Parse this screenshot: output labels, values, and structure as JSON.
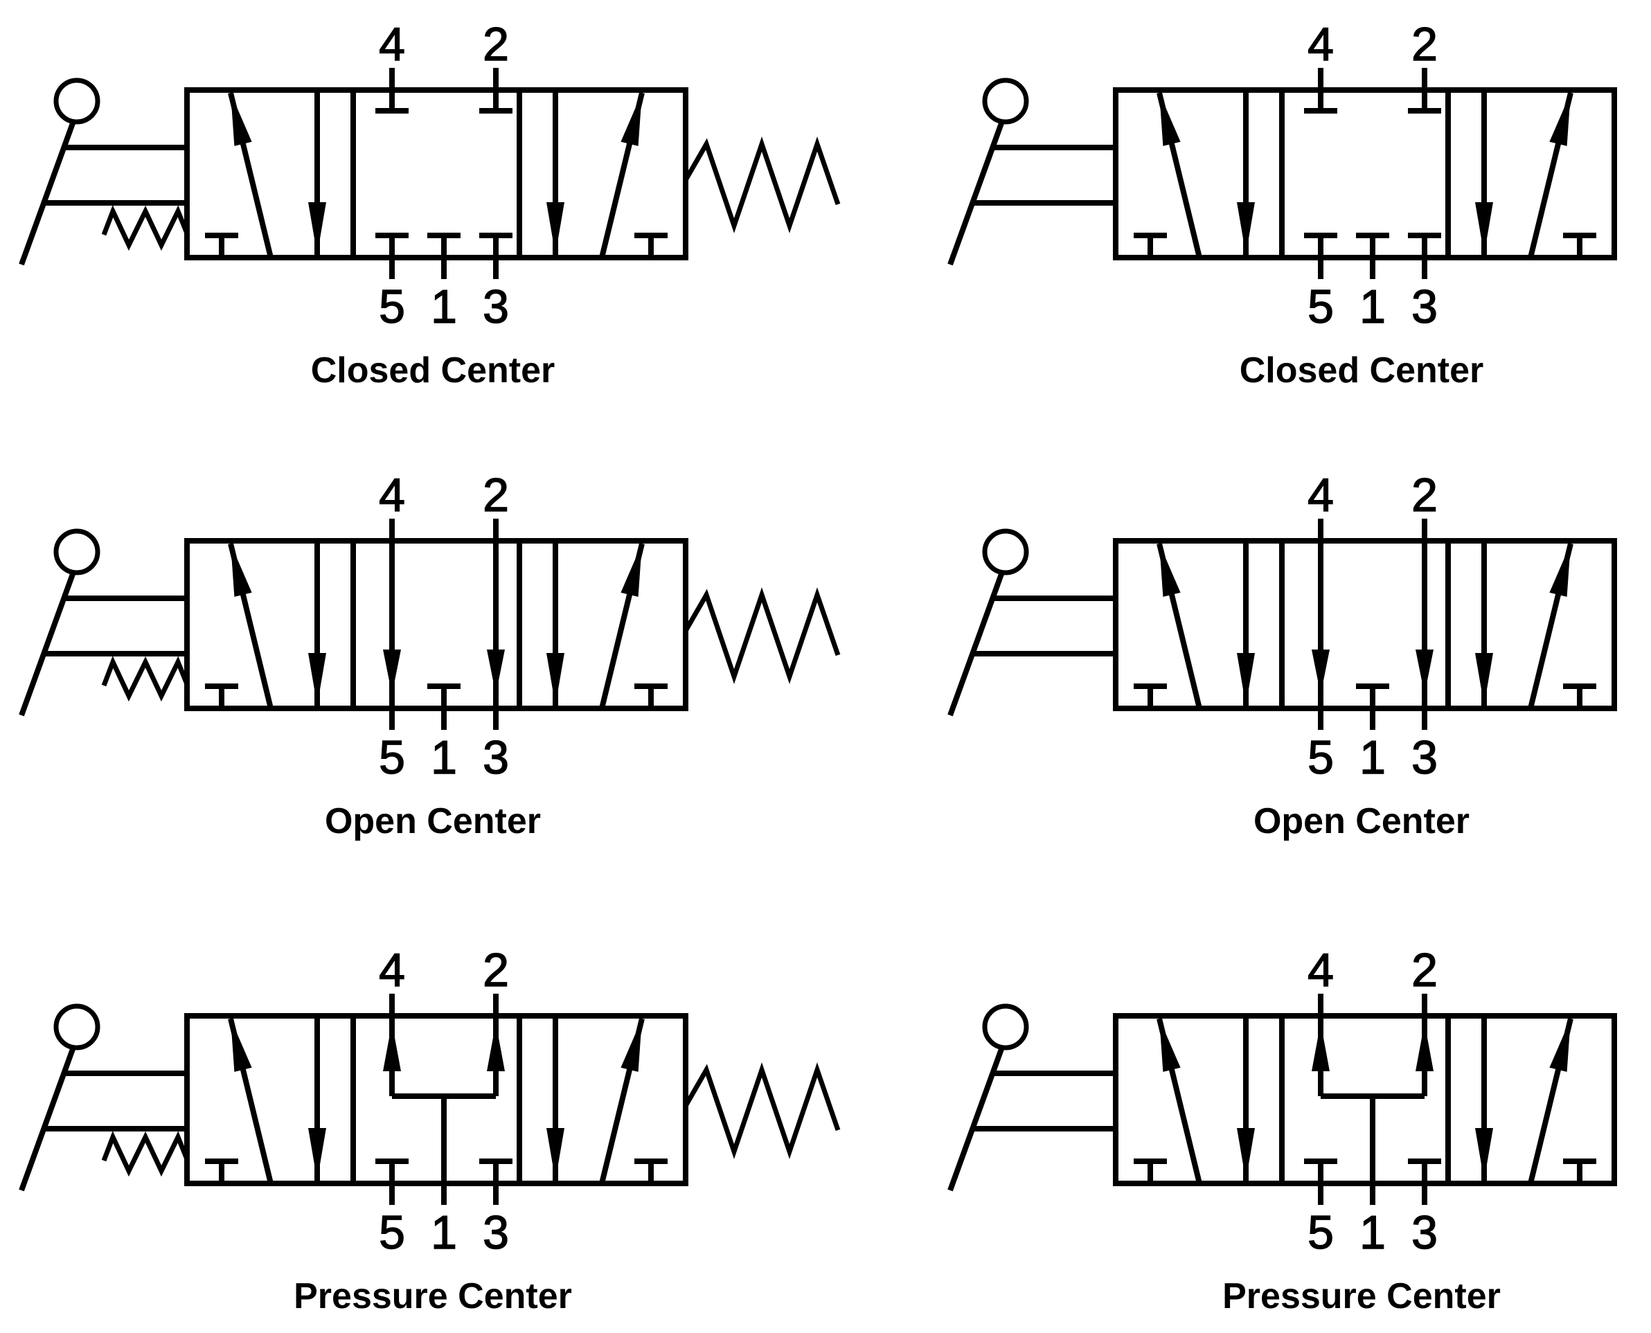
{
  "page": {
    "background": "#ffffff",
    "ink": "#000000"
  },
  "port_labels": {
    "top": [
      "4",
      "2"
    ],
    "bottom": [
      "5",
      "1",
      "3"
    ]
  },
  "diagrams": [
    {
      "id": "closed-center-left",
      "caption": "Closed Center",
      "center_flow": "closed",
      "actuator": "hand-lever",
      "lever_detent_spring": true,
      "spring_return": true
    },
    {
      "id": "closed-center-right",
      "caption": "Closed Center",
      "center_flow": "closed",
      "actuator": "hand-lever",
      "lever_detent_spring": false,
      "spring_return": false
    },
    {
      "id": "open-center-left",
      "caption": "Open Center",
      "center_flow": "open",
      "actuator": "hand-lever",
      "lever_detent_spring": true,
      "spring_return": true
    },
    {
      "id": "open-center-right",
      "caption": "Open Center",
      "center_flow": "open",
      "actuator": "hand-lever",
      "lever_detent_spring": false,
      "spring_return": false
    },
    {
      "id": "pressure-center-left",
      "caption": "Pressure Center",
      "center_flow": "pressure",
      "actuator": "hand-lever",
      "lever_detent_spring": true,
      "spring_return": true
    },
    {
      "id": "pressure-center-right",
      "caption": "Pressure Center",
      "center_flow": "pressure",
      "actuator": "hand-lever",
      "lever_detent_spring": false,
      "spring_return": false
    }
  ]
}
